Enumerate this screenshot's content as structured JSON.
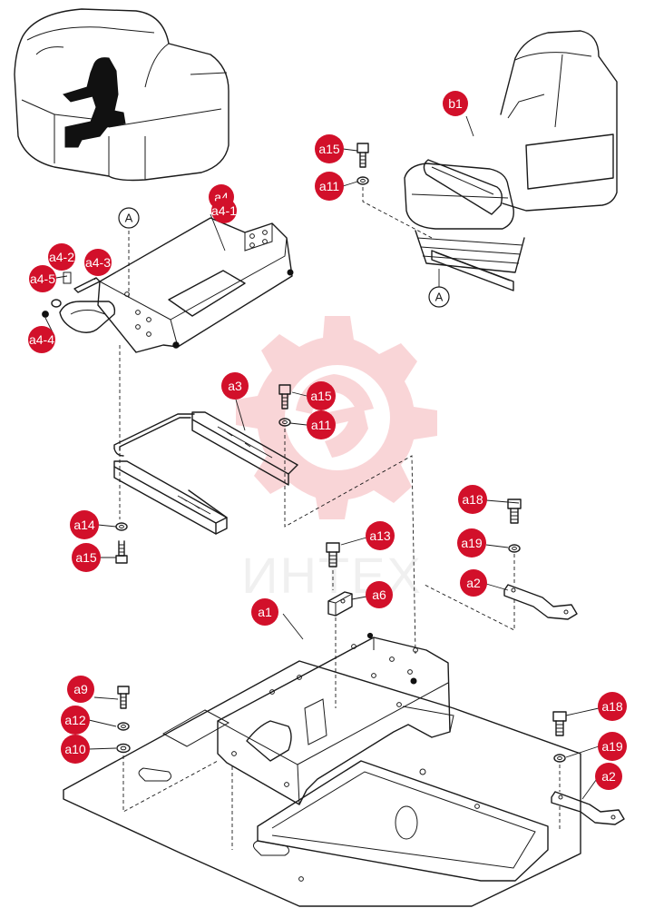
{
  "colors": {
    "callout_fill": "#d2102a",
    "watermark": "#e8434f",
    "line": "#1a1a1a"
  },
  "watermark": {
    "text": "ИНТЕХ",
    "icon": "gear-logo-icon"
  },
  "view_refs": [
    "A",
    "A"
  ],
  "callouts": {
    "b1": "b1",
    "a15_top": "a15",
    "a11_top": "a11",
    "a4": "a4",
    "a4_1": "a4-1",
    "a4_2": "a4-2",
    "a4_3": "a4-3",
    "a4_4": "a4-4",
    "a4_5": "a4-5",
    "a3": "a3",
    "a15_mid": "a15",
    "a11_mid": "a11",
    "a14": "a14",
    "a15_low": "a15",
    "a13": "a13",
    "a6": "a6",
    "a1": "a1",
    "a18_top": "a18",
    "a19_top": "a19",
    "a2_top": "a2",
    "a9": "a9",
    "a12": "a12",
    "a10": "a10",
    "a18_bot": "a18",
    "a19_bot": "a19",
    "a2_bot": "a2"
  }
}
